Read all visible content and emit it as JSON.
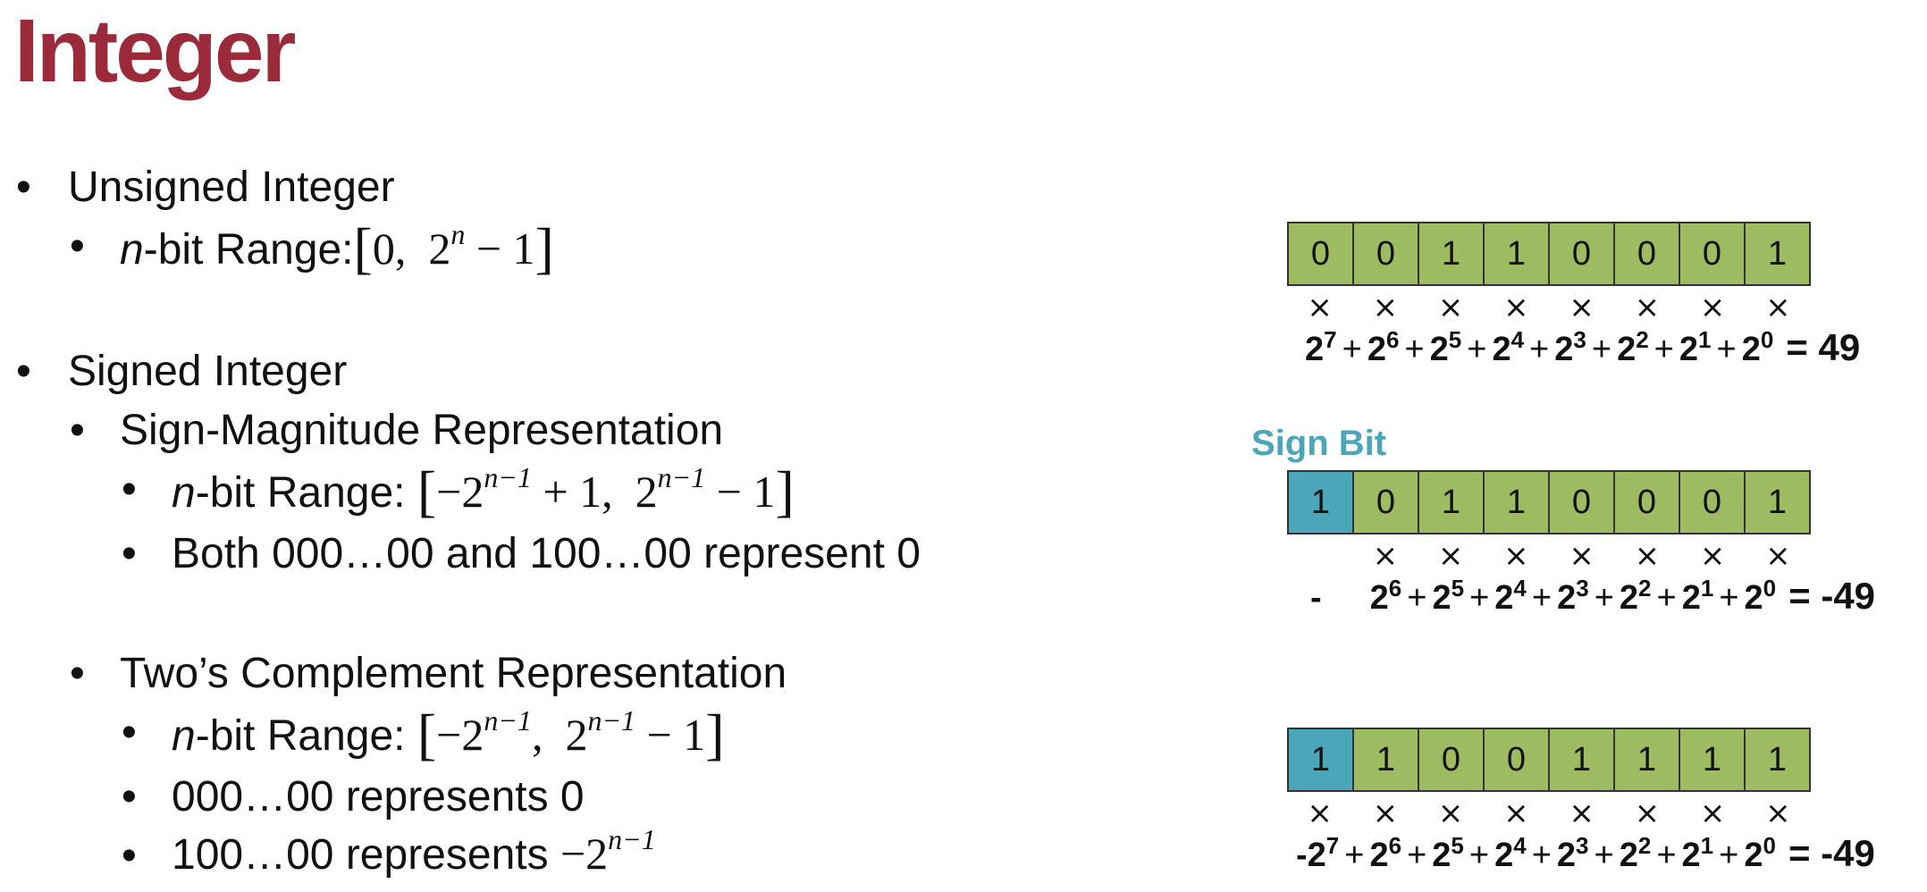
{
  "title": "Integer",
  "left": {
    "unsigned_heading": "Unsigned Integer",
    "unsigned_range_n": "n",
    "unsigned_range_label": "-bit Range:",
    "unsigned_range_math": {
      "open": "[",
      "a": "0,",
      "base": "2",
      "exp": "n",
      "rest": " − 1",
      "close": "]"
    },
    "signed_heading": "Signed Integer",
    "sm_heading": "Sign-Magnitude Representation",
    "sm_range_n": "n",
    "sm_range_label": "-bit Range: ",
    "sm_range_math": {
      "open": "[",
      "neg": "−2",
      "exp1": "n−1",
      "plus": " + 1,",
      "base2": "2",
      "exp2": "n−1",
      "minus": " − 1",
      "close": "]"
    },
    "sm_zero": "Both 000…00 and 100…00 represent 0",
    "tc_heading": "Two’s Complement Representation",
    "tc_range_n": "n",
    "tc_range_label": "-bit Range: ",
    "tc_range_math": {
      "open": "[",
      "neg": "−2",
      "exp1": "n−1",
      "comma": ",",
      "base2": "2",
      "exp2": "n−1",
      "minus": " − 1",
      "close": "]"
    },
    "tc_zero": "000…00 represents 0",
    "tc_min_text": "100…00 represents ",
    "tc_min_math": {
      "neg": "−2",
      "exp": "n−1"
    }
  },
  "right": {
    "sign_bit_label": "Sign Bit",
    "times_symbol": "×",
    "rows": [
      {
        "bits": [
          "0",
          "0",
          "1",
          "1",
          "0",
          "0",
          "0",
          "1"
        ],
        "sign_highlight": false,
        "lead": "",
        "powers": [
          "7",
          "6",
          "5",
          "4",
          "3",
          "2",
          "1",
          "0"
        ],
        "result": "= 49"
      },
      {
        "bits": [
          "1",
          "0",
          "1",
          "1",
          "0",
          "0",
          "0",
          "1"
        ],
        "sign_highlight": true,
        "lead": "-",
        "powers": [
          "6",
          "5",
          "4",
          "3",
          "2",
          "1",
          "0"
        ],
        "result": "= -49"
      },
      {
        "bits": [
          "1",
          "1",
          "0",
          "0",
          "1",
          "1",
          "1",
          "1"
        ],
        "sign_highlight": true,
        "lead": "-",
        "powers": [
          "7",
          "6",
          "5",
          "4",
          "3",
          "2",
          "1",
          "0"
        ],
        "result": "= -49"
      }
    ]
  },
  "colors": {
    "title": "#9b2a3a",
    "cell_green": "#9dbb61",
    "cell_teal": "#4aa6b8"
  }
}
